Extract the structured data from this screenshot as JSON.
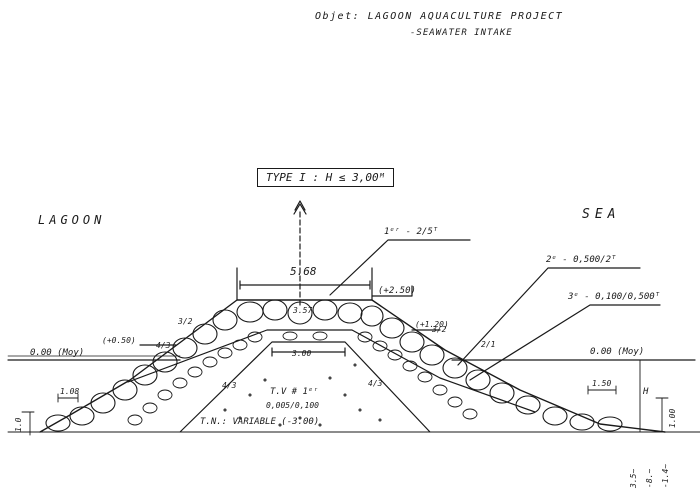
{
  "title": {
    "line1": "Objet: LAGOON AQUACULTURE PROJECT",
    "line2": "-SEAWATER INTAKE"
  },
  "type_label": "TYPE I : H ≤ 3,00ᴹ",
  "sides": {
    "left": "LAGOON",
    "right": "SEA"
  },
  "dimensions": {
    "crest_width": "5.68",
    "core_top_width": "3.00",
    "crest_level_right": "(+2.50)",
    "armour_level_right": "(+1.20)",
    "level_left": "(+0.50)",
    "zero_left": "0.00 (Moy)",
    "zero_right": "0.00 (Moy)",
    "toe_left": "1.08",
    "toe_right": "1.50",
    "height_symbol": "H",
    "base_level": "T.N.: VARIABLE (-3.00)",
    "armour_height": "3.57",
    "left_depth": "1.0",
    "right_depth": "1.00",
    "far_right_bottom_1": "3.5~",
    "far_right_bottom_2": "-8.~",
    "far_right_bottom_3": "-1.4~"
  },
  "layers": {
    "layer1": "1ᵉʳ - 2/5ᵀ",
    "layer2": "2ᵉ - 0,500/2ᵀ",
    "layer3": "3ᵉ - 0,100/0,500ᵀ",
    "core_line1": "T.V # 1ᵉʳ",
    "core_line2": "0,005/0,100"
  },
  "slopes": {
    "left_upper": "3/2",
    "left_mid": "4/3",
    "right_upper": "3/2",
    "right_lower": "2/1",
    "inner_left": "4/3",
    "inner_right": "4/3"
  },
  "colors": {
    "ink": "#1a1a1a",
    "paper": "#ffffff"
  }
}
